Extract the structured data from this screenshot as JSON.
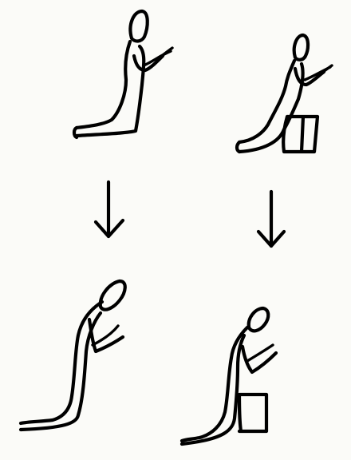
{
  "diagram": {
    "background_color": "#fbfbf8",
    "ink_color": "#000000",
    "panels": [
      {
        "id": "top-left",
        "figure": "person-kneeling-upright-icon"
      },
      {
        "id": "top-right",
        "figure": "person-kneeling-on-stool-icon"
      },
      {
        "id": "bottom-left",
        "figure": "person-kneeling-bowed-icon"
      },
      {
        "id": "bottom-right",
        "figure": "person-seated-on-stool-bowed-icon"
      }
    ],
    "arrows": [
      {
        "from": "top-left",
        "to": "bottom-left",
        "icon": "down-arrow-icon"
      },
      {
        "from": "top-right",
        "to": "bottom-right",
        "icon": "down-arrow-icon"
      }
    ]
  }
}
